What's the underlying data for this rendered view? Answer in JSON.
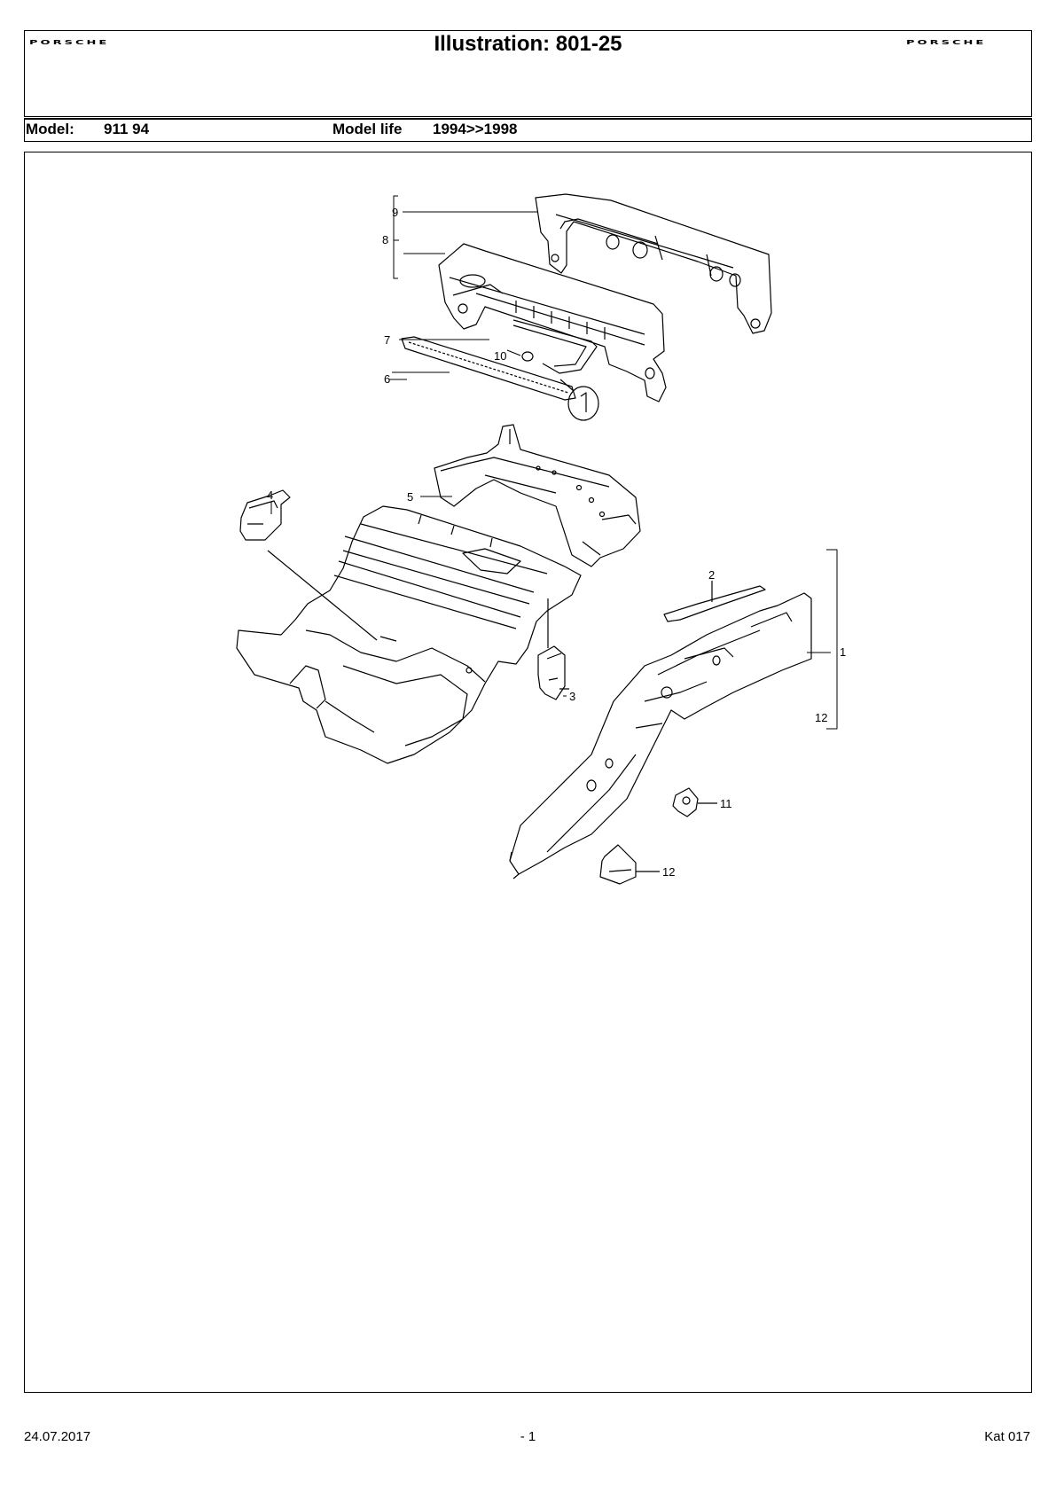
{
  "header": {
    "brand_left": "PORSCHE",
    "title": "Illustration: 801-25",
    "brand_right": "PORSCHE"
  },
  "model_bar": {
    "model_label": "Model:",
    "model_value": "911 94",
    "life_label": "Model life",
    "life_value": "1994>>1998"
  },
  "callouts": {
    "c1": "1",
    "c2": "2",
    "c3": "3",
    "c4": "4",
    "c5": "5",
    "c6": "6",
    "c7": "7",
    "c8": "8",
    "c9": "9",
    "c10": "10",
    "c11": "11",
    "c12a": "12",
    "c12b": "12"
  },
  "footer": {
    "date": "24.07.2017",
    "page": "- 1",
    "catalog": "Kat 017"
  }
}
